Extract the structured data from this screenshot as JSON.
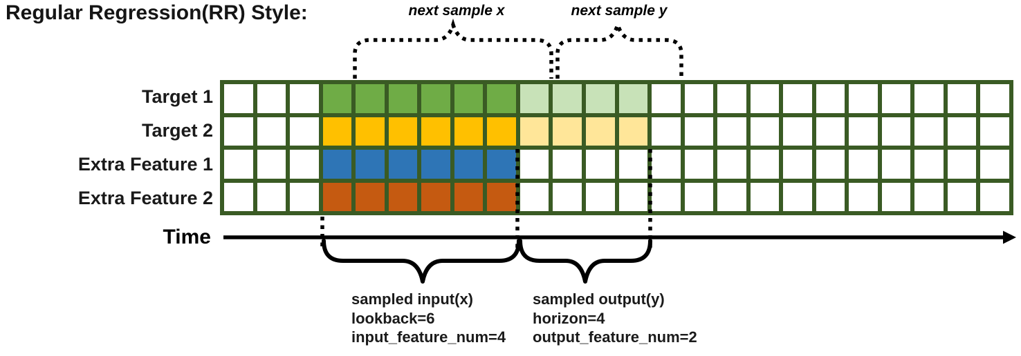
{
  "title": "Regular Regression(RR) Style:",
  "annotations": {
    "next_sample_x": "next sample x",
    "next_sample_y": "next sample y"
  },
  "rows": [
    {
      "label": "Target 1",
      "input_color": "#6FAC46",
      "output_color": "#C8E2B8"
    },
    {
      "label": "Target 2",
      "input_color": "#FFC000",
      "output_color": "#FFE699"
    },
    {
      "label": "Extra Feature 1",
      "input_color": "#2E75B6",
      "output_color": null
    },
    {
      "label": "Extra Feature 2",
      "input_color": "#C55A11",
      "output_color": null
    }
  ],
  "grid": {
    "columns": 24,
    "input_start_col": 3,
    "input_end_col": 8,
    "output_start_col": 9,
    "output_end_col": 12,
    "border_color": "#3A5B24",
    "cell_color": "#FFFFFF"
  },
  "time_axis": {
    "label": "Time"
  },
  "input_annotation": {
    "lines": [
      "sampled input(x)",
      "lookback=6",
      "input_feature_num=4"
    ]
  },
  "output_annotation": {
    "lines": [
      "sampled output(y)",
      "horizon=4",
      "output_feature_num=2"
    ]
  }
}
